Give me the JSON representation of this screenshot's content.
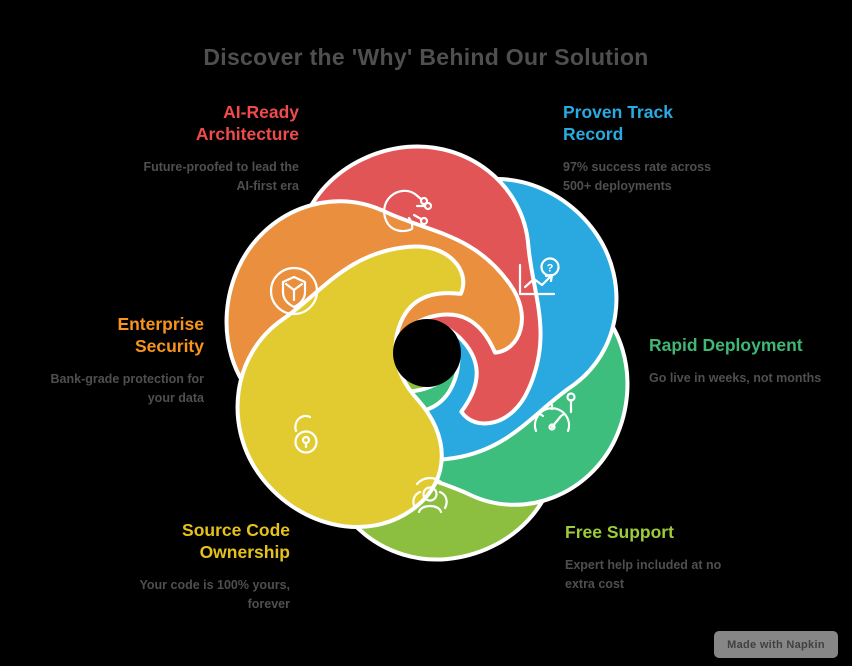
{
  "title": "Discover the 'Why' Behind Our Solution",
  "features": [
    {
      "id": "ai-ready-architecture",
      "label_lines": [
        "AI-Ready",
        "Architecture"
      ],
      "desc_lines": [
        "Future-proofed to lead the",
        "AI-first era"
      ],
      "label_color": "#EF4B4C",
      "petal_color": "#E15556",
      "icon": "ai-head-icon"
    },
    {
      "id": "proven-track-record",
      "label_lines": [
        "Proven Track",
        "Record"
      ],
      "desc_lines": [
        "97% success rate across",
        "500+ deployments"
      ],
      "label_color": "#29ABE2",
      "petal_color": "#29A9E0",
      "icon": "chart-question-icon"
    },
    {
      "id": "rapid-deployment",
      "label_lines": [
        "Rapid Deployment",
        ""
      ],
      "desc_lines": [
        "Go live in weeks, not months",
        ""
      ],
      "label_color": "#3EB874",
      "petal_color": "#3DBE7D",
      "icon": "gauge-icon"
    },
    {
      "id": "free-support",
      "label_lines": [
        "Free Support",
        ""
      ],
      "desc_lines": [
        "Expert help included at no",
        "extra cost"
      ],
      "label_color": "#9CCB3B",
      "petal_color": "#8CBE3F",
      "icon": "care-icon"
    },
    {
      "id": "source-code-ownership",
      "label_lines": [
        "Source Code",
        "Ownership"
      ],
      "desc_lines": [
        "Your code is 100% yours,",
        "forever"
      ],
      "label_color": "#E5C11C",
      "petal_color": "#E2CB31",
      "icon": "open-lock-icon"
    },
    {
      "id": "enterprise-security",
      "label_lines": [
        "Enterprise",
        "Security"
      ],
      "desc_lines": [
        "Bank-grade protection for",
        "your data"
      ],
      "label_color": "#F7941E",
      "petal_color": "#E98F3E",
      "icon": "shield-icon"
    }
  ],
  "watermark": {
    "label": "Made with Napkin"
  },
  "colors": {
    "background": "#000000",
    "title_text": "#4F4F4F",
    "description_text": "#4F4F4F",
    "petal_outline": "#FFFFFF",
    "watermark_bg": "#9E9E9E"
  }
}
